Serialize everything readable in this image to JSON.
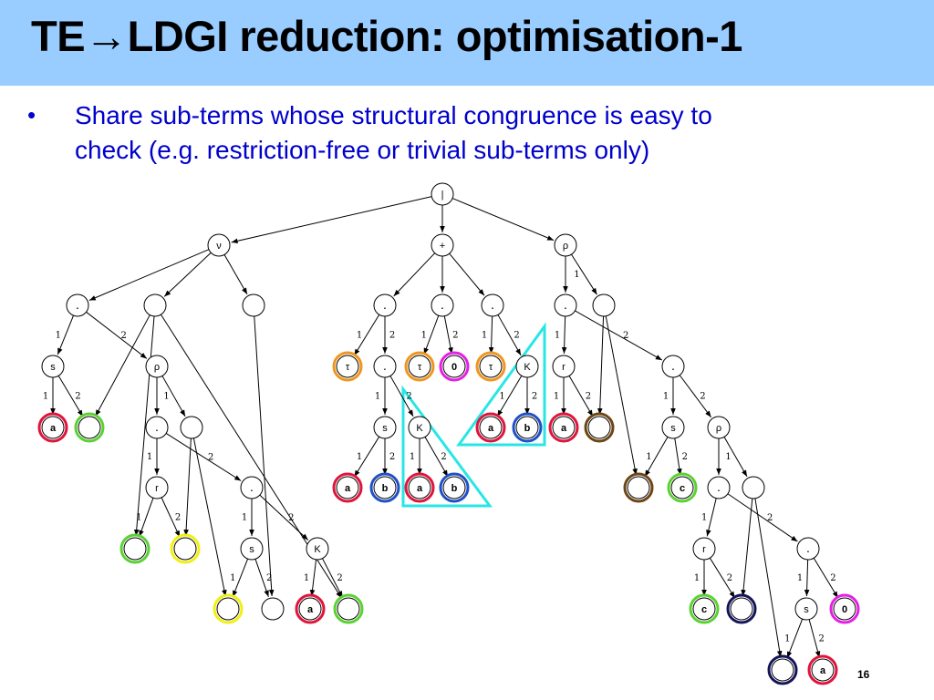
{
  "slide": {
    "title_prefix": "TE",
    "title_arrow": "→",
    "title_suffix": "LDGI reduction: optimisation-1",
    "bullet_marker": "•",
    "bullet_line1": "Share sub-terms whose structural congruence is easy to",
    "bullet_line2": "check (e.g. restriction-free or trivial sub-terms only)",
    "page_number": "16"
  },
  "colors": {
    "title_background": "#99ccff",
    "bullet_text": "#0000cc",
    "red": "#e0143c",
    "green": "#5ad232",
    "yellow": "#f0f014",
    "orange": "#f0961e",
    "magenta": "#e61ee6",
    "blue": "#1e50c8",
    "brown": "#6e4614",
    "navy": "#14145a",
    "cyan": "#28e6e6"
  },
  "tree": {
    "nodes": [
      {
        "id": "root",
        "label": "|"
      },
      {
        "id": "nu",
        "label": "ν"
      },
      {
        "id": "plus",
        "label": "+"
      },
      {
        "id": "rhoR",
        "label": "ρ"
      },
      {
        "id": "dotA",
        "label": "."
      },
      {
        "id": "blankA",
        "label": ""
      },
      {
        "id": "blankB",
        "label": ""
      },
      {
        "id": "dotP1",
        "label": "."
      },
      {
        "id": "dotP2",
        "label": "."
      },
      {
        "id": "dotP3",
        "label": "."
      },
      {
        "id": "dotR",
        "label": "."
      },
      {
        "id": "blankR",
        "label": ""
      },
      {
        "id": "sA",
        "label": "s"
      },
      {
        "id": "rhoA",
        "label": "ρ"
      },
      {
        "id": "tau1",
        "label": "τ",
        "ring": "orange"
      },
      {
        "id": "dotP1b",
        "label": "."
      },
      {
        "id": "tau2",
        "label": "τ",
        "ring": "orange"
      },
      {
        "id": "zero1",
        "label": "0",
        "ring": "magenta"
      },
      {
        "id": "tau3",
        "label": "τ",
        "ring": "orange"
      },
      {
        "id": "K1",
        "label": "K"
      },
      {
        "id": "rR",
        "label": "r"
      },
      {
        "id": "dotR2",
        "label": "."
      },
      {
        "id": "aA",
        "label": "a",
        "ring": "red"
      },
      {
        "id": "blankG1",
        "label": "",
        "ring": "green"
      },
      {
        "id": "dotA2",
        "label": "."
      },
      {
        "id": "blankA2",
        "label": ""
      },
      {
        "id": "sP",
        "label": "s"
      },
      {
        "id": "KP",
        "label": "K"
      },
      {
        "id": "aK1",
        "label": "a",
        "ring": "red"
      },
      {
        "id": "bK1",
        "label": "b",
        "ring": "blue"
      },
      {
        "id": "aR",
        "label": "a",
        "ring": "red"
      },
      {
        "id": "brownR",
        "label": "",
        "ring": "brown"
      },
      {
        "id": "sR",
        "label": "s"
      },
      {
        "id": "rhoR2",
        "label": "ρ"
      },
      {
        "id": "rA",
        "label": "r"
      },
      {
        "id": "dotA3",
        "label": "."
      },
      {
        "id": "aS",
        "label": "a",
        "ring": "red"
      },
      {
        "id": "bS",
        "label": "b",
        "ring": "blue"
      },
      {
        "id": "aKP",
        "label": "a",
        "ring": "red"
      },
      {
        "id": "bKP",
        "label": "b",
        "ring": "blue"
      },
      {
        "id": "brown2",
        "label": "",
        "ring": "brown"
      },
      {
        "id": "cR",
        "label": "c",
        "ring": "green"
      },
      {
        "id": "dotR3",
        "label": "."
      },
      {
        "id": "blankR3",
        "label": ""
      },
      {
        "id": "greenA",
        "label": "",
        "ring": "green"
      },
      {
        "id": "yellowA",
        "label": "",
        "ring": "yellow"
      },
      {
        "id": "sA2",
        "label": "s"
      },
      {
        "id": "KA",
        "label": "K"
      },
      {
        "id": "rR3",
        "label": "r"
      },
      {
        "id": "dotR4",
        "label": "."
      },
      {
        "id": "yellowB",
        "label": "",
        "ring": "yellow"
      },
      {
        "id": "blankS",
        "label": ""
      },
      {
        "id": "aKA",
        "label": "a",
        "ring": "red"
      },
      {
        "id": "greenB",
        "label": "",
        "ring": "green"
      },
      {
        "id": "cR3",
        "label": "c",
        "ring": "green"
      },
      {
        "id": "navy1",
        "label": "",
        "ring": "navy"
      },
      {
        "id": "sR4",
        "label": "s"
      },
      {
        "id": "zero2",
        "label": "0",
        "ring": "magenta"
      },
      {
        "id": "navy2",
        "label": "",
        "ring": "navy"
      },
      {
        "id": "aF",
        "label": "a",
        "ring": "red"
      }
    ],
    "edges": [
      {
        "from": "root",
        "to": "nu"
      },
      {
        "from": "root",
        "to": "plus"
      },
      {
        "from": "root",
        "to": "rhoR"
      },
      {
        "from": "nu",
        "to": "dotA"
      },
      {
        "from": "nu",
        "to": "blankA"
      },
      {
        "from": "nu",
        "to": "blankB"
      },
      {
        "from": "plus",
        "to": "dotP1"
      },
      {
        "from": "plus",
        "to": "dotP2"
      },
      {
        "from": "plus",
        "to": "dotP3"
      },
      {
        "from": "rhoR",
        "to": "dotR"
      },
      {
        "from": "rhoR",
        "to": "blankR",
        "label": "1"
      },
      {
        "from": "dotA",
        "to": "sA",
        "label": "1"
      },
      {
        "from": "dotA",
        "to": "rhoA",
        "label": "2"
      },
      {
        "from": "dotP1",
        "to": "tau1",
        "label": "1"
      },
      {
        "from": "dotP1",
        "to": "dotP1b",
        "label": "2"
      },
      {
        "from": "dotP2",
        "to": "tau2",
        "label": "1"
      },
      {
        "from": "dotP2",
        "to": "zero1",
        "label": "2"
      },
      {
        "from": "dotP3",
        "to": "tau3",
        "label": "1"
      },
      {
        "from": "dotP3",
        "to": "K1",
        "label": "2"
      },
      {
        "from": "dotR",
        "to": "rR",
        "label": "1"
      },
      {
        "from": "dotR",
        "to": "dotR2",
        "label": "2"
      },
      {
        "from": "sA",
        "to": "aA",
        "label": "1"
      },
      {
        "from": "sA",
        "to": "blankG1",
        "label": "2"
      },
      {
        "from": "blankA",
        "to": "blankG1"
      },
      {
        "from": "rhoA",
        "to": "dotA2"
      },
      {
        "from": "rhoA",
        "to": "blankA2",
        "label": "1"
      },
      {
        "from": "dotP1b",
        "to": "sP",
        "label": "1"
      },
      {
        "from": "dotP1b",
        "to": "KP",
        "label": "2"
      },
      {
        "from": "K1",
        "to": "aK1",
        "label": "1"
      },
      {
        "from": "K1",
        "to": "bK1",
        "label": "2"
      },
      {
        "from": "rR",
        "to": "aR",
        "label": "1"
      },
      {
        "from": "rR",
        "to": "brownR",
        "label": "2"
      },
      {
        "from": "blankR",
        "to": "brownR"
      },
      {
        "from": "blankR",
        "to": "brown2"
      },
      {
        "from": "dotR2",
        "to": "sR",
        "label": "1"
      },
      {
        "from": "dotR2",
        "to": "rhoR2",
        "label": "2"
      },
      {
        "from": "dotA2",
        "to": "rA",
        "label": "1"
      },
      {
        "from": "dotA2",
        "to": "dotA3",
        "label": "2"
      },
      {
        "from": "sP",
        "to": "aS",
        "label": "1"
      },
      {
        "from": "sP",
        "to": "bS",
        "label": "2"
      },
      {
        "from": "KP",
        "to": "aKP",
        "label": "1"
      },
      {
        "from": "KP",
        "to": "bKP",
        "label": "2"
      },
      {
        "from": "sR",
        "to": "brown2",
        "label": "1"
      },
      {
        "from": "sR",
        "to": "cR",
        "label": "2"
      },
      {
        "from": "rhoR2",
        "to": "dotR3"
      },
      {
        "from": "rhoR2",
        "to": "blankR3",
        "label": "1"
      },
      {
        "from": "rA",
        "to": "greenA",
        "label": "1"
      },
      {
        "from": "rA",
        "to": "yellowA",
        "label": "2"
      },
      {
        "from": "blankA2",
        "to": "yellowA"
      },
      {
        "from": "blankA",
        "to": "greenA"
      },
      {
        "from": "blankA2",
        "to": "yellowB"
      },
      {
        "from": "dotA3",
        "to": "sA2",
        "label": "1"
      },
      {
        "from": "dotA3",
        "to": "KA",
        "label": "2"
      },
      {
        "from": "sA2",
        "to": "yellowB",
        "label": "1"
      },
      {
        "from": "sA2",
        "to": "blankS",
        "label": "2"
      },
      {
        "from": "blankB",
        "to": "blankS"
      },
      {
        "from": "KA",
        "to": "aKA",
        "label": "1"
      },
      {
        "from": "KA",
        "to": "greenB",
        "label": "2"
      },
      {
        "from": "blankA",
        "to": "greenB"
      },
      {
        "from": "dotR3",
        "to": "rR3",
        "label": "1"
      },
      {
        "from": "dotR3",
        "to": "dotR4",
        "label": "2"
      },
      {
        "from": "rR3",
        "to": "cR3",
        "label": "1"
      },
      {
        "from": "rR3",
        "to": "navy1",
        "label": "2"
      },
      {
        "from": "blankR3",
        "to": "navy1"
      },
      {
        "from": "blankR3",
        "to": "navy2"
      },
      {
        "from": "dotR4",
        "to": "sR4",
        "label": "1"
      },
      {
        "from": "dotR4",
        "to": "zero2",
        "label": "2"
      },
      {
        "from": "sR4",
        "to": "navy2",
        "label": "1"
      },
      {
        "from": "sR4",
        "to": "aF",
        "label": "2"
      }
    ],
    "highlights": [
      {
        "id": "tri1",
        "color": "cyan"
      },
      {
        "id": "tri2",
        "color": "cyan"
      }
    ]
  }
}
